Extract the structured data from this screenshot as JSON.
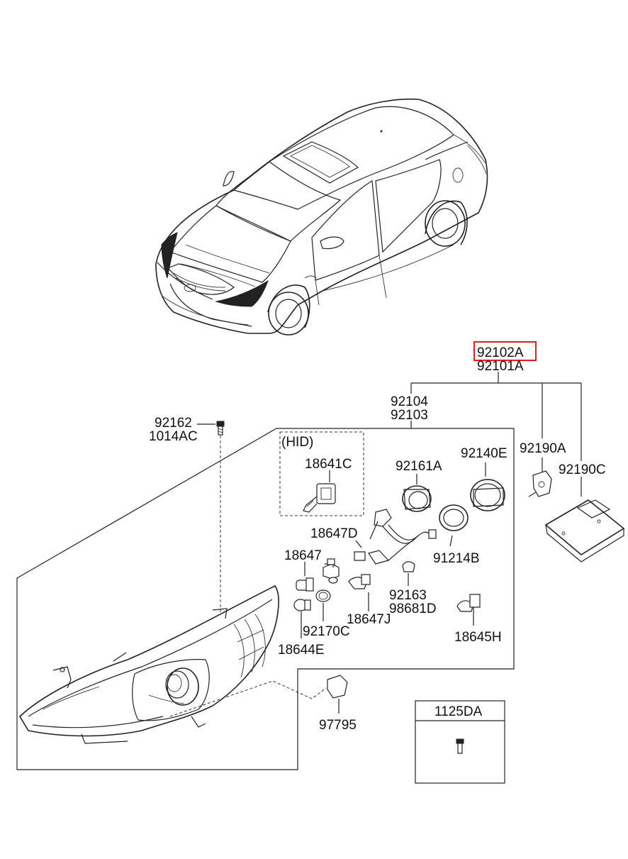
{
  "diagram": {
    "highlight_color": "#e02020",
    "line_color": "#222222",
    "labels": {
      "assy_lh": "92102A",
      "assy_rh": "92101A",
      "housing_lh": "92104",
      "housing_rh": "92103",
      "screw_a": "92162",
      "screw_b": "1014AC",
      "hid": "(HID)",
      "hid_bulb": "18641C",
      "socket_a": "92161A",
      "cap_e": "92140E",
      "ballast_cover": "92190A",
      "ballast": "92190C",
      "socket_d": "18647D",
      "bulb_18647": "18647",
      "cap_b": "91214B",
      "socket_92163": "92163",
      "socket_98681": "98681D",
      "bulb_j": "18647J",
      "socket_c": "92170C",
      "bulb_h": "18645H",
      "bulb_e": "18644E",
      "connector": "97795",
      "bolt_box": "1125DA"
    }
  }
}
